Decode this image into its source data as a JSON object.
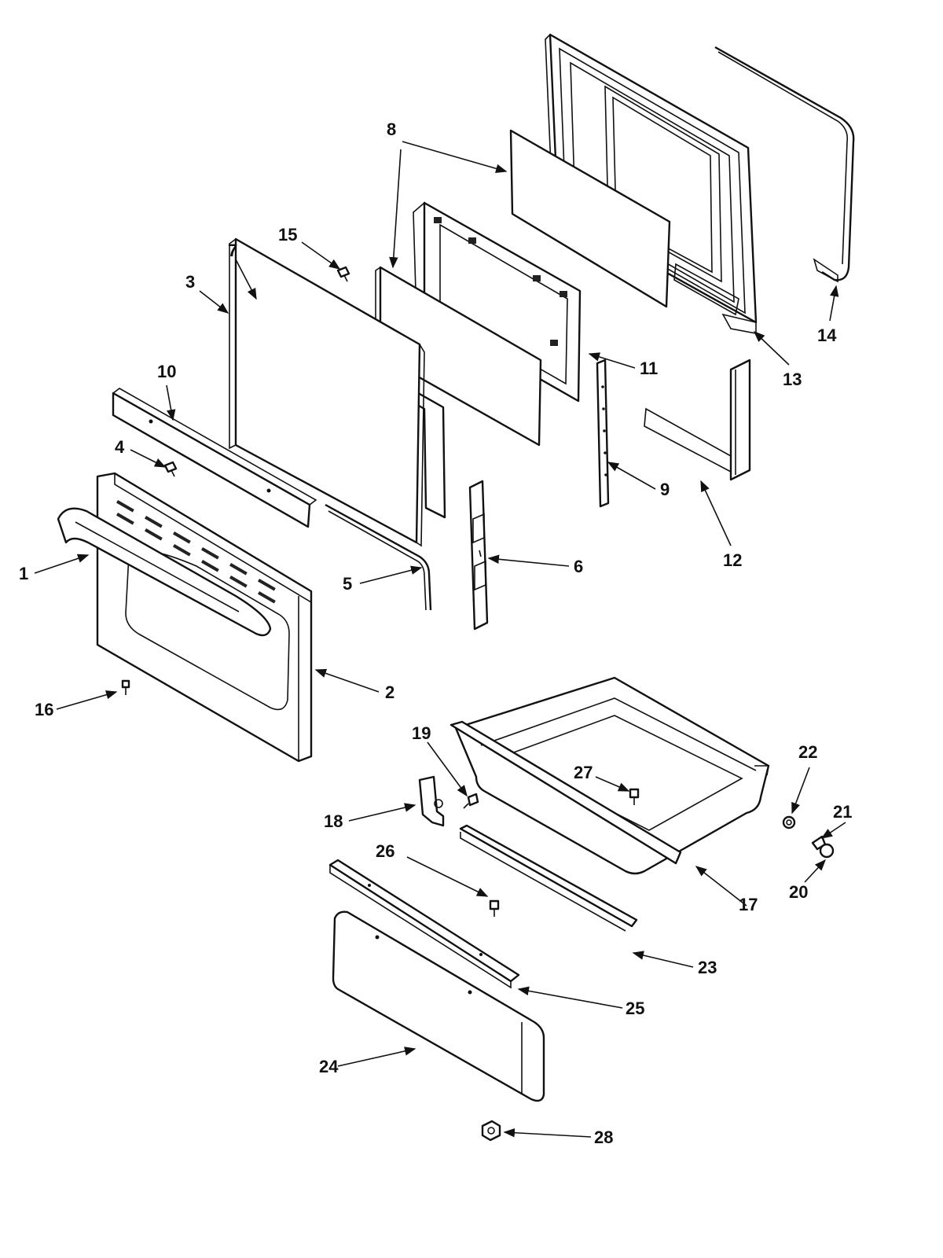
{
  "callouts": [
    {
      "key": "c1",
      "label": "1"
    },
    {
      "key": "c2",
      "label": "2"
    },
    {
      "key": "c3",
      "label": "3"
    },
    {
      "key": "c4",
      "label": "4"
    },
    {
      "key": "c5",
      "label": "5"
    },
    {
      "key": "c6",
      "label": "6"
    },
    {
      "key": "c7",
      "label": "7"
    },
    {
      "key": "c8",
      "label": "8"
    },
    {
      "key": "c9",
      "label": "9"
    },
    {
      "key": "c10",
      "label": "10"
    },
    {
      "key": "c11",
      "label": "11"
    },
    {
      "key": "c12",
      "label": "12"
    },
    {
      "key": "c13",
      "label": "13"
    },
    {
      "key": "c14",
      "label": "14"
    },
    {
      "key": "c15",
      "label": "15"
    },
    {
      "key": "c16",
      "label": "16"
    },
    {
      "key": "c17",
      "label": "17"
    },
    {
      "key": "c18",
      "label": "18"
    },
    {
      "key": "c19",
      "label": "19"
    },
    {
      "key": "c20",
      "label": "20"
    },
    {
      "key": "c21",
      "label": "21"
    },
    {
      "key": "c22",
      "label": "22"
    },
    {
      "key": "c23",
      "label": "23"
    },
    {
      "key": "c24",
      "label": "24"
    },
    {
      "key": "c25",
      "label": "25"
    },
    {
      "key": "c26",
      "label": "26"
    },
    {
      "key": "c27",
      "label": "27"
    },
    {
      "key": "c28",
      "label": "28"
    }
  ],
  "colors": {
    "ink": "#111111",
    "paper": "#ffffff"
  }
}
